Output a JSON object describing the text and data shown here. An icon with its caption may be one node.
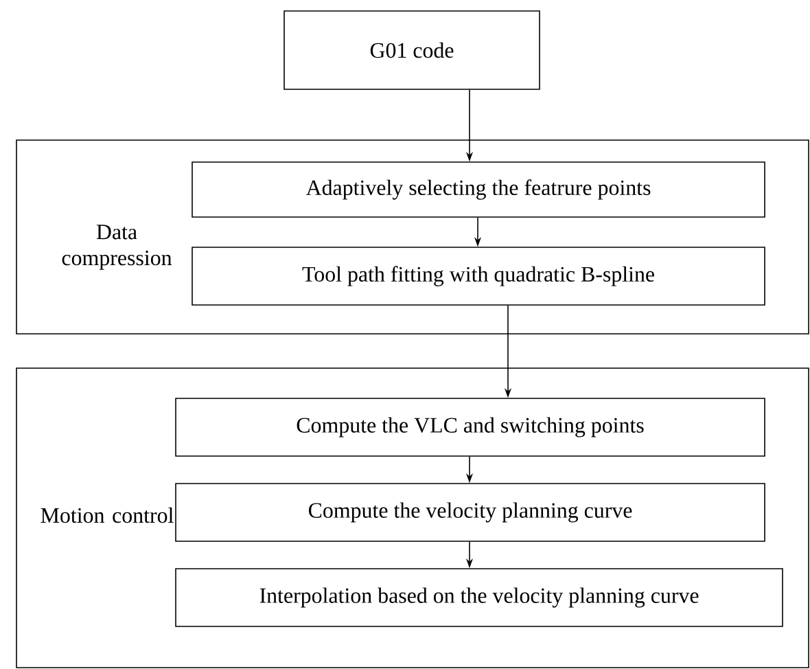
{
  "diagram": {
    "nodes": [
      {
        "text": [
          "G01 code"
        ]
      },
      {
        "text": [
          "Data compression"
        ]
      },
      {
        "text": [
          "Adaptively selecting the featrure points"
        ],
        "in": 1
      },
      {
        "text": [
          "Tool path fitting with quadratic B-spline"
        ],
        "in": 1
      },
      {
        "text": [
          "Motion control"
        ]
      },
      {
        "text": [
          "Compute the VLC and switching points"
        ],
        "in": 4
      },
      {
        "text": [
          "Compute the velocity planning curve"
        ],
        "in": 4
      },
      {
        "text": [
          "Interpolation based on the velocity planning curve"
        ],
        "in": 4
      }
    ],
    "edges": [
      {
        "from": 0,
        "to": 2,
        "arrow": "to"
      },
      {
        "from": 2,
        "to": 3,
        "arrow": "to"
      },
      {
        "from": 3,
        "to": 5,
        "arrow": "to"
      },
      {
        "from": 5,
        "to": 6,
        "arrow": "to"
      },
      {
        "from": 6,
        "to": 7,
        "arrow": "to"
      }
    ]
  }
}
